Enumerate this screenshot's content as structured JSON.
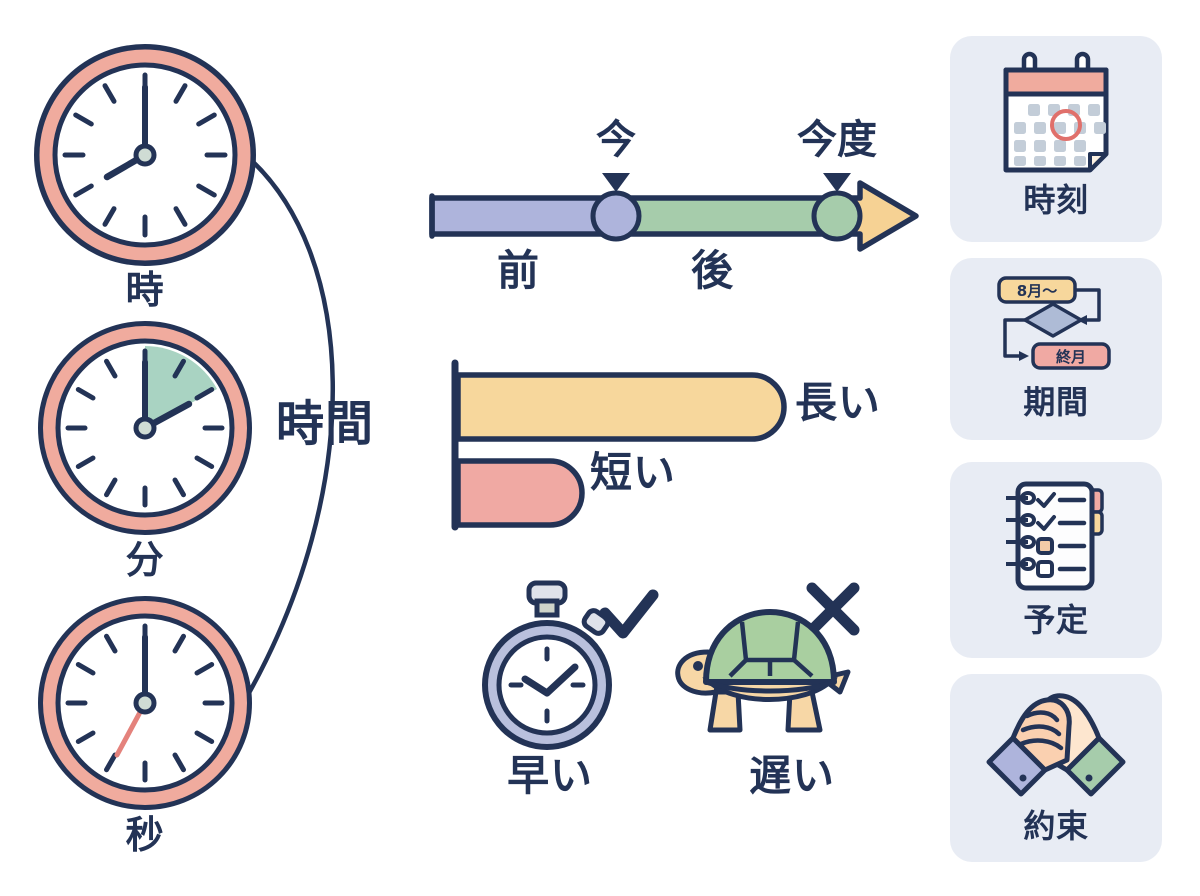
{
  "page": {
    "title": "時間の表現 インフォグラフィック",
    "background": "#ffffff",
    "ink": "#233356"
  },
  "palette": {
    "ink": "#233356",
    "salmon": "#f0ab9e",
    "mint": "#a9d3c2",
    "periwinkle": "#aeb4dc",
    "green": "#a6ccab",
    "orange": "#f6d294",
    "pink": "#f0a9a3",
    "card_bg": "#e8ecf4",
    "gray_square": "#c3cdd8",
    "red_ring": "#e0706b"
  },
  "clocks": {
    "section_label": "時間",
    "items": [
      {
        "id": "clock-hour",
        "label": "時",
        "hour_angle": 240,
        "minute_angle": 0,
        "second_angle": null,
        "wedge": null,
        "second_hand_color": null
      },
      {
        "id": "clock-minute",
        "label": "分",
        "hour_angle": 62,
        "minute_angle": 0,
        "second_angle": null,
        "wedge": {
          "start_deg": 0,
          "end_deg": 62,
          "color": "#a9d3c2"
        },
        "second_hand_color": null
      },
      {
        "id": "clock-second",
        "label": "秒",
        "hour_angle": null,
        "minute_angle": 0,
        "second_angle": 208,
        "wedge": null,
        "second_hand_color": "#e4827c"
      }
    ]
  },
  "timeline": {
    "markers": [
      {
        "id": "marker-now",
        "label": "今",
        "color": "#aeb4dc"
      },
      {
        "id": "marker-next",
        "label": "今度",
        "color": "#a6ccab"
      }
    ],
    "segments": [
      {
        "id": "segment-before",
        "label": "前",
        "color": "#aeb4dc"
      },
      {
        "id": "segment-after",
        "label": "後",
        "color": "#a6ccab"
      },
      {
        "id": "segment-arrowhead",
        "label": "",
        "color": "#f6d294"
      }
    ]
  },
  "bars": [
    {
      "id": "bar-long",
      "label": "長い",
      "color": "#f7d79c",
      "length_ratio": 1.0
    },
    {
      "id": "bar-short",
      "label": "短い",
      "color": "#f0a9a3",
      "length_ratio": 0.3
    }
  ],
  "speed": [
    {
      "id": "speed-fast",
      "label": "早い",
      "icon": "stopwatch-icon",
      "mark": "check-mark"
    },
    {
      "id": "speed-slow",
      "label": "遅い",
      "icon": "turtle-icon",
      "mark": "cross-mark"
    }
  ],
  "cards": [
    {
      "id": "card-jikoku",
      "label": "時刻",
      "icon": "calendar-icon",
      "detail": {
        "header_color": "#f0ab9e",
        "marked_day_ring": "#e0706b"
      }
    },
    {
      "id": "card-kikan",
      "label": "期間",
      "icon": "flowchart-icon",
      "detail": {
        "start_box": "8月〜",
        "end_box": "終月",
        "start_color": "#f7d79c",
        "end_color": "#f0a9a3",
        "node_color": "#aebbd6"
      }
    },
    {
      "id": "card-yotei",
      "label": "予定",
      "icon": "checklist-notebook-icon",
      "detail": {
        "checked": 2,
        "partial": 1,
        "unchecked": 1,
        "tab_colors": [
          "#f0a9a3",
          "#f7d79c"
        ]
      }
    },
    {
      "id": "card-yakusoku",
      "label": "約束",
      "icon": "handshake-icon",
      "detail": {
        "left_sleeve": "#aeb4dc",
        "right_sleeve": "#a6ccab",
        "skin_light": "#fde6cf",
        "skin_dark": "#fad0b0"
      }
    }
  ]
}
